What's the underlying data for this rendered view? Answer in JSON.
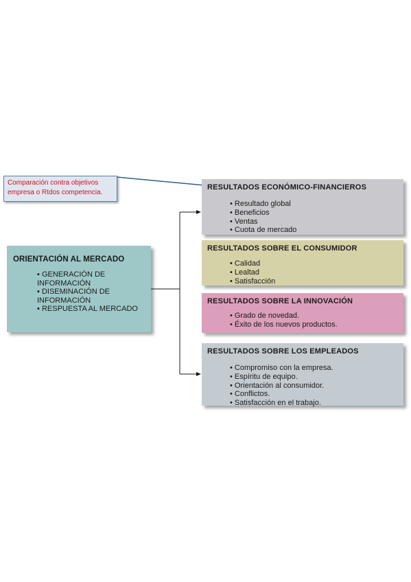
{
  "callout": {
    "line1": "Comparación contra objetivos",
    "line2": "empresa o Rtdos competencia."
  },
  "source": {
    "title": "ORIENTACIÓN AL MERCADO",
    "items": [
      "GENERACIÓN DE INFORMACIÓN",
      "DISEMINACIÓN DE INFORMACIÓN",
      "RESPUESTA AL MERCADO"
    ]
  },
  "results": [
    {
      "title": "RESULTADOS ECONÓMICO-FINANCIEROS",
      "items": [
        "Resultado global",
        "Beneficios",
        "Ventas",
        "Cuota de mercado"
      ],
      "color": "#c8c8cd"
    },
    {
      "title": "RESULTADOS SOBRE EL CONSUMIDOR",
      "items": [
        "Calidad",
        "Lealtad",
        "Satisfacción"
      ],
      "color": "#d6d2a8"
    },
    {
      "title": "RESULTADOS SOBRE LA INNOVACIÓN",
      "items": [
        "Grado de novedad.",
        "Éxito de los nuevos productos."
      ],
      "color": "#dc9fbb"
    },
    {
      "title": "RESULTADOS SOBRE LOS EMPLEADOS",
      "items": [
        "Compromiso con la empresa.",
        "Espíritu de equipo.",
        "Orientación al consumidor.",
        "Conflictos.",
        "Satisfacción en el trabajo."
      ],
      "color": "#c3cbd1"
    }
  ],
  "colors": {
    "callout_text": "#d0121e",
    "source_box": "#9ec8c8",
    "connector": "#1a1a1a"
  }
}
